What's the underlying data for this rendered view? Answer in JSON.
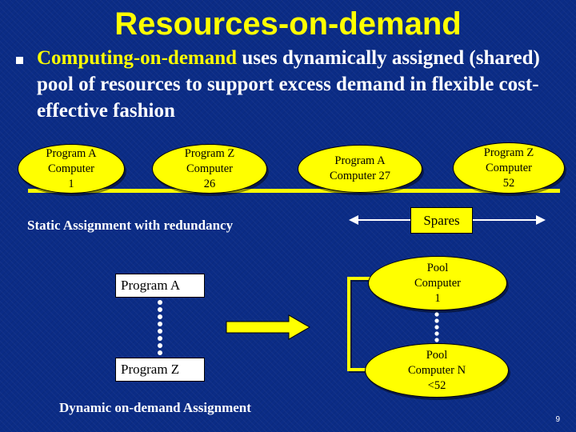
{
  "title": "Resources-on-demand",
  "bullet": {
    "highlight": "Computing-on-demand",
    "rest": " uses dynamically assigned (shared) pool of resources to support excess demand in flexible cost-effective fashion"
  },
  "static_nodes": [
    {
      "line1": "Program A",
      "line2": "Computer",
      "line3": "1"
    },
    {
      "line1": "Program Z",
      "line2": "Computer",
      "line3": "26"
    },
    {
      "line1": "Program A",
      "line2": "Computer 27"
    },
    {
      "line1": "Program Z",
      "line2": "Computer",
      "line3": "52"
    }
  ],
  "static_label": "Static Assignment with redundancy",
  "spares_label": "Spares",
  "programs": [
    "Program A",
    "Program Z"
  ],
  "pool_nodes": [
    {
      "line1": "Pool",
      "line2": "Computer",
      "line3": "1"
    },
    {
      "line1": "Pool",
      "line2": "Computer N",
      "line3": "<52"
    }
  ],
  "dynamic_label": "Dynamic on-demand Assignment",
  "slide_number": "9",
  "colors": {
    "background": "#0b2c86",
    "accent": "#ffff00",
    "text": "#ffffff"
  }
}
